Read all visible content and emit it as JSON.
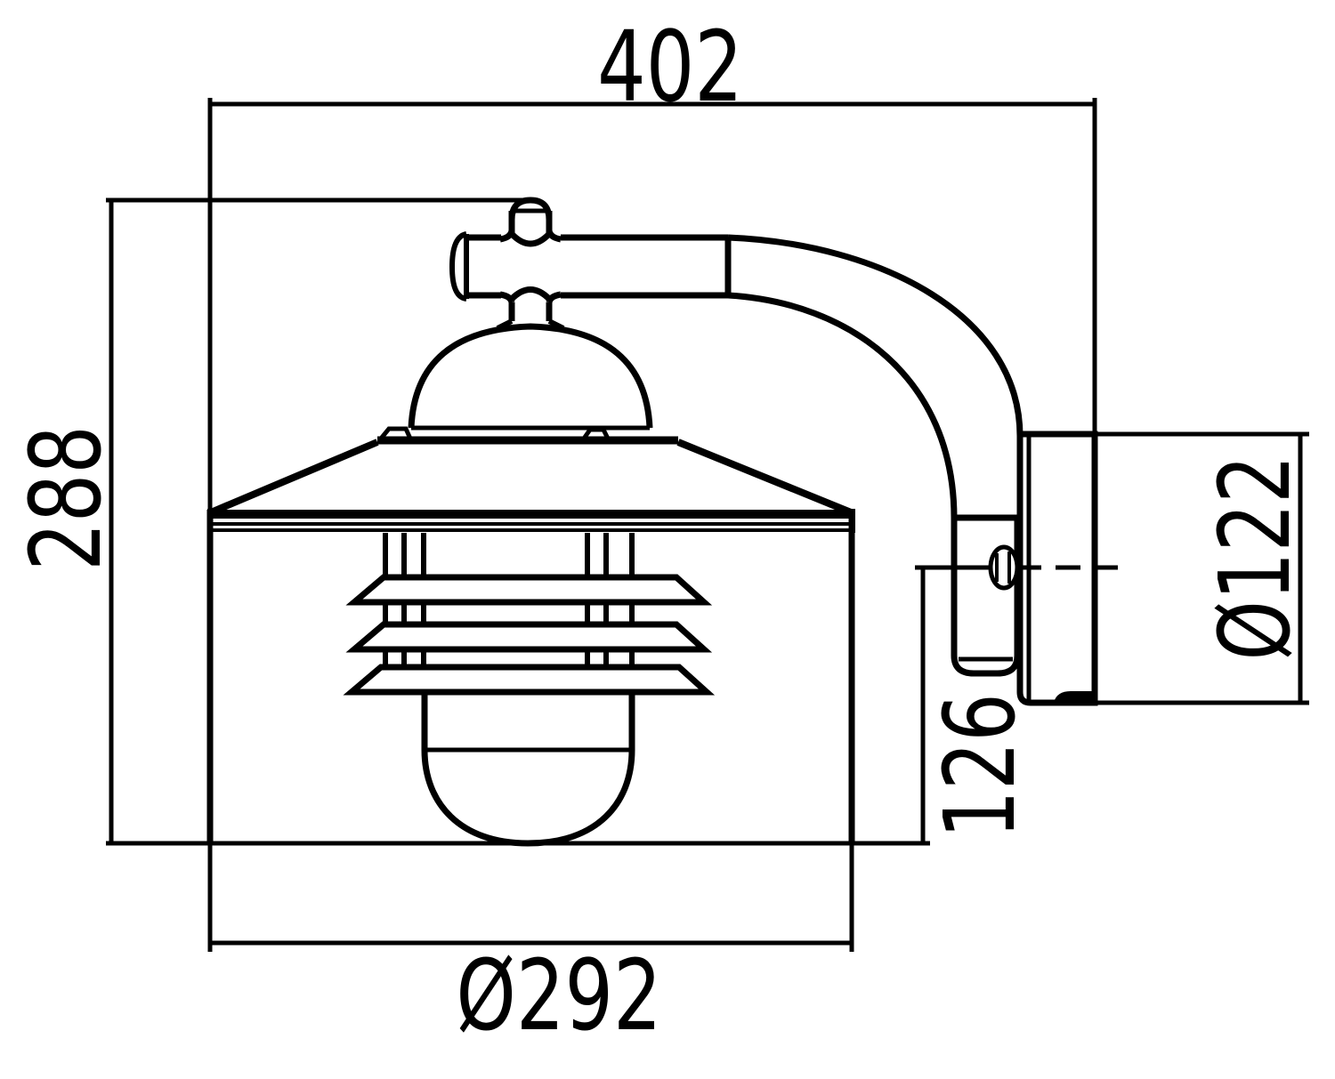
{
  "drawing": {
    "background_color": "#ffffff",
    "line_color": "#000000",
    "dimensions": {
      "overall_width": "402",
      "overall_height": "288",
      "shade_diameter": "Ø292",
      "wall_plate_diameter": "Ø122",
      "plate_center_to_bottom": "126"
    }
  }
}
